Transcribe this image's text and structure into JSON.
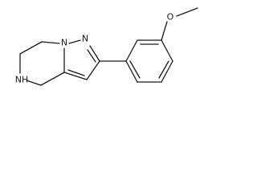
{
  "molecule": {
    "atoms": {
      "n1": "N",
      "n2": "N",
      "nh": "NH",
      "o": "O"
    }
  }
}
